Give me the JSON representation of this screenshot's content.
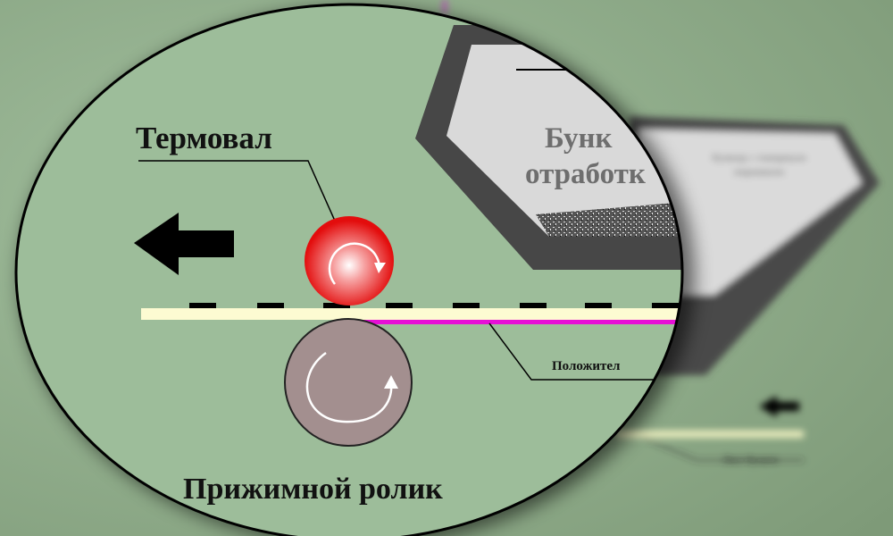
{
  "labels": {
    "fuser": "Термовал",
    "pressure_roller": "Прижимной ролик",
    "waste_hopper_line1": "Бунк",
    "waste_hopper_line2": "отработк",
    "positive": "Положител",
    "toner_hopper_blurred_line1": "Бункер с тонерным",
    "toner_hopper_blurred_line2": "порошком",
    "paper_blurred": "Лист бумаги"
  },
  "colors": {
    "background": "#8ea98a",
    "lens": "#9dbd9a",
    "hopper_frame": "#474747",
    "hopper_fill": "#d9d9d9",
    "paper": "#fdfbd2",
    "charge_line": "#e60fd6",
    "fuser": "#e81010",
    "pressure_roller": "#a38f8f"
  }
}
